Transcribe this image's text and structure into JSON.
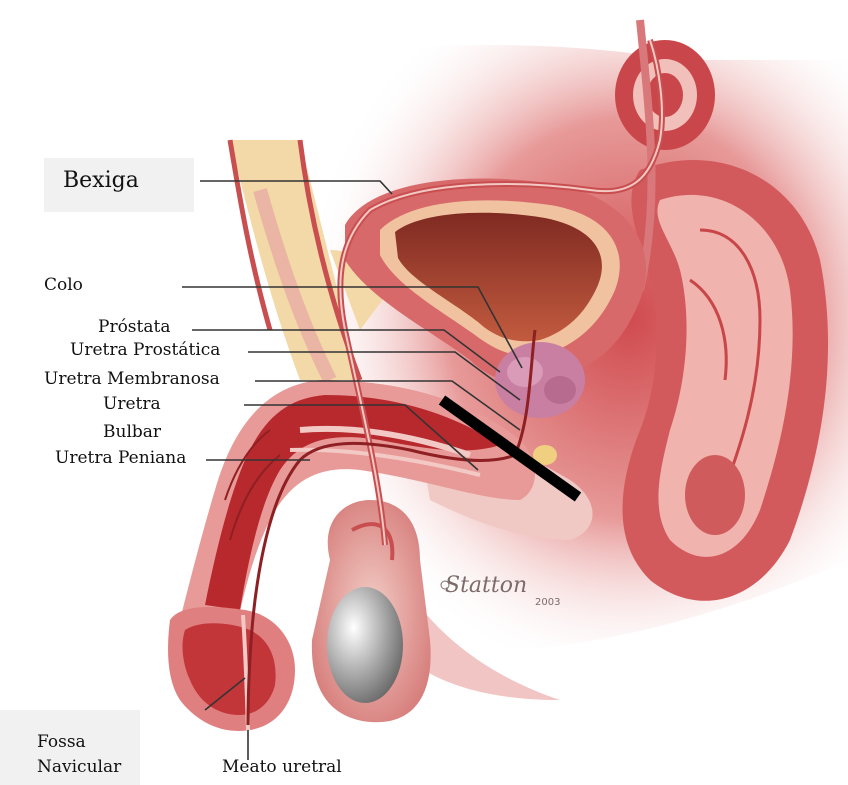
{
  "labels": {
    "bexiga": "Bexiga",
    "colo": "Colo",
    "prostata": "Próstata",
    "uretra_prostatica": "Uretra Prostática",
    "uretra_membranosa": "Uretra Membranosa",
    "uretra_bulbar_line1": "Uretra",
    "uretra_bulbar_line2": "Bulbar",
    "uretra_peniana": "Uretra Peniana",
    "fossa_line1": "Fossa",
    "fossa_line2": "Navicular",
    "meato": "Meato uretral"
  },
  "signature": {
    "name": "Statton",
    "year": "2003"
  },
  "colors": {
    "tissue_light": "#f2c9c4",
    "tissue_mid": "#e08a88",
    "tissue_dark": "#b8292e",
    "deep_red": "#8e1f22",
    "fat": "#f3d8a8",
    "bladder_lumen": "#9b3a2c",
    "testis": "#a9a9a9",
    "leader": "#333333",
    "marker": "#000000"
  }
}
